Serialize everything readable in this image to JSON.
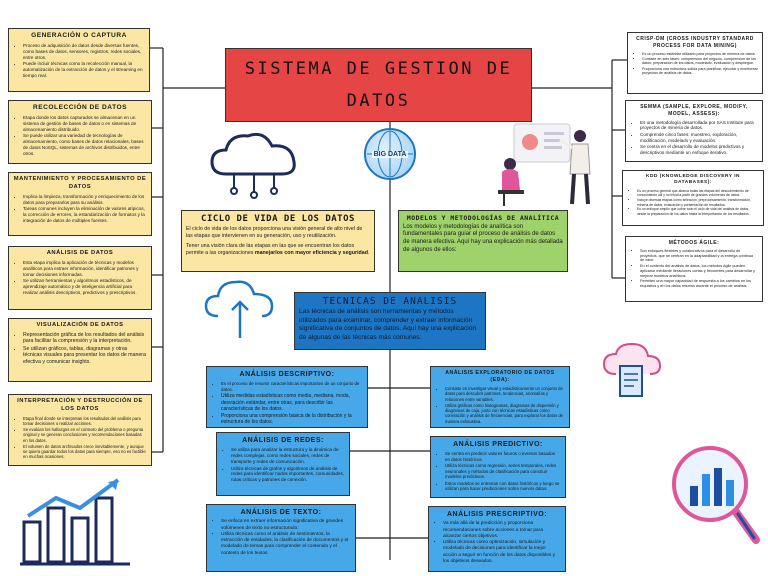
{
  "main_title": "SISTEMA DE GESTION DE DATOS",
  "big_data_label": "BIG DATA",
  "left_boxes": [
    {
      "title": "GENERACIÓN O CAPTURA",
      "bullets": [
        "Proceso de adquisición de datos desde diversas fuentes, como bases de datos, sensores, registros, redes sociales, entre otros.",
        "Puede incluir técnicas como la recolección manual, la automatización de la extracción de datos y el streaming en tiempo real."
      ]
    },
    {
      "title": "RECOLECCIÓN DE DATOS",
      "bullets": [
        "Etapa donde los datos capturados se almacenan en un sistema de gestión de bases de datos o en sistemas de almacenamiento distribuido.",
        "Se puede utilizar una variedad de tecnologías de almacenamiento, como bases de datos relacionales, bases de datos NoSQL, sistemas de archivos distribuidos, entre otros."
      ]
    },
    {
      "title": "MANTENIMIENTO Y PROCESAMIENTO DE DATOS",
      "bullets": [
        "Implica la limpieza, transformación y enriquecimiento de los datos para prepararlos para su análisis.",
        "Tareas comunes incluyen la eliminación de valores atípicos, la corrección de errores, la estandarización de formatos y la integración de datos de múltiples fuentes."
      ]
    },
    {
      "title": "ANÁLISIS DE DATOS",
      "bullets": [
        "Esta etapa implica la aplicación de técnicas y modelos analíticos para extraer información, identificar patrones y tomar decisiones informadas.",
        "Se utilizan herramientas y algoritmos estadísticos, de aprendizaje automático y de inteligencia artificial para realizar análisis descriptivos, predictivos y prescriptivos."
      ]
    },
    {
      "title": "VISUALIZACIÓN DE DATOS",
      "bullets": [
        "Representación gráfica de los resultados del análisis para facilitar la comprensión y la interpretación.",
        "Se utilizan gráficos, tablas, diagramas y otras técnicas visuales para presentar los datos de manera efectiva y comunicar insights."
      ]
    },
    {
      "title": "INTERPRETACIÓN Y DESTRUCCIÓN DE LOS DATOS",
      "bullets": [
        "Etapa final donde se interpretan los resultados del análisis para tomar decisiones o realizar acciones.",
        "Se evalúan los hallazgos en el contexto del problema o pregunta original y se generan conclusiones y recomendaciones basadas en los datos.",
        "El volumen de datos archivados crece inevitablemente, y aunque se quiera guardar todos los datos para siempre, eso no es factible en muchas ocasiones."
      ]
    }
  ],
  "right_boxes": [
    {
      "title": "CRISP-DM (CROSS INDUSTRY STANDARD PROCESS FOR DATA MINING)",
      "bullets": [
        "Es un proceso estándar utilizado para proyectos de minería de datos.",
        "Consiste en seis fases: comprensión del negocio, comprensión de los datos, preparación de los datos, modelado, evaluación y despliegue.",
        "Proporciona una estructura sólida para planificar, ejecutar y monitorear proyectos de análisis de datos."
      ]
    },
    {
      "title": "SEMMA (SAMPLE, EXPLORE, MODIFY, MODEL, ASSESS):",
      "bullets": [
        "Es una metodología desarrollada por SAS Institute para proyectos de minería de datos.",
        "Comprende cinco fases: muestreo, exploración, modificación, modelado y evaluación.",
        "Se centra en el desarrollo de modelos predictivos y descriptivos mediante un enfoque iterativo."
      ]
    },
    {
      "title": "KDD (KNOWLEDGE DISCOVERY IN DATABASES):",
      "bullets": [
        "Es un proceso general que abarca todas las etapas del descubrimiento de conocimiento útil y no trivial a partir de grandes volúmenes de datos.",
        "Incluye diversas etapas como selección, preprocesamiento, transformación, minería de datos, evaluación y presentación de resultados.",
        "Es un enfoque amplio que cubre todo el ciclo de vida del análisis de datos, desde la preparación de los datos hasta la interpretación de los resultados."
      ]
    },
    {
      "title": "MÉTODOS ÁGILE:",
      "bullets": [
        "Son enfoques flexibles y colaborativos para el desarrollo de proyectos, que se centran en la adaptabilidad y la entrega continua de valor.",
        "En el contexto del análisis de datos, los métodos Agile pueden aplicarse mediante iteraciones cortas y frecuentes para desarrollar y mejorar modelos analíticos.",
        "Permiten una mayor capacidad de respuesta a los cambios en los requisitos y en los datos mismos durante el proceso de análisis."
      ]
    }
  ],
  "ciclo": {
    "title": "CICLO DE VIDA DE LOS DATOS",
    "p1": "El ciclo de vida de los datos proporciona una visión general de alto nivel de las etapas que intervienen en su generación, uso y reutilización.",
    "p2": "Tener una visión clara de las etapas en las que se encuentran los datos permite a las organizaciones ",
    "p2_bold": "manejarlos con mayor eficiencia y seguridad",
    "p2_end": "."
  },
  "modelos": {
    "title": "MODELOS Y METODOLOGÍAS DE ANALÍTICA",
    "text": "Los modelos y metodologías de analítica son fundamentales para guiar el proceso de análisis de datos de manera efectiva. Aquí hay una explicación más detallada de algunos de ellos:"
  },
  "tecnicas": {
    "title": "TECNICAS DE ANALISIS",
    "text": "Las técnicas de análisis son herramientas y métodos utilizados para examinar, comprender y extraer información significativa de conjuntos de datos. Aquí hay una explicación de algunas de las técnicas más comunes:"
  },
  "techniques": [
    {
      "title": "ANÁLISIS DESCRIPTIVO:",
      "bullets": [
        "Es el proceso de resumir características importantes de un conjunto de datos.",
        "Utiliza medidas estadísticas como media, mediana, moda, desviación estándar, entre otras, para describir las características de los datos.",
        "Proporciona una comprensión básica de la distribución y la estructura de los datos."
      ]
    },
    {
      "title": "ANÁLISIS EXPLORATORIO DE DATOS (EDA):",
      "bullets": [
        "Consiste en investigar visual y estadísticamente un conjunto de datos para descubrir patrones, tendencias, anomalías y relaciones entre variables.",
        "Utiliza gráficos como histogramas, diagramas de dispersión y diagramas de caja, junto con técnicas estadísticas como correlación y análisis de frecuencias, para explorar los datos de manera exhaustiva."
      ]
    },
    {
      "title": "ANÁLISIS DE REDES:",
      "bullets": [
        "Se utiliza para analizar la estructura y la dinámica de redes complejas, como redes sociales, redes de transporte y redes de comunicación.",
        "Utiliza técnicas de grafos y algoritmos de análisis de redes para identificar nodos importantes, comunidades, rutas críticas y patrones de conexión."
      ]
    },
    {
      "title": "ANÁLISIS PREDICTIVO:",
      "bullets": [
        "Se centra en predecir valores futuros o eventos basados en datos históricos.",
        "Utiliza técnicas como regresión, series temporales, redes neuronales y métodos de clasificación para construir modelos predictivos.",
        "Estos modelos se entrenan con datos históricos y luego se utilizan para hacer predicciones sobre nuevos datos."
      ]
    },
    {
      "title": "ANÁLISIS DE TEXTO:",
      "bullets": [
        "Se enfoca en extraer información significativa de grandes volúmenes de texto no estructurado.",
        "Utiliza técnicas como el análisis de sentimientos, la extracción de entidades, la clasificación de documentos y el modelado de temas para comprender el contenido y el contexto de los textos."
      ]
    },
    {
      "title": "ANÁLISIS PRESCRIPTIVO:",
      "bullets": [
        "Va más allá de la predicción y proporciona recomendaciones sobre acciones a tomar para alcanzar ciertos objetivos.",
        "Utiliza técnicas como optimización, simulación y modelado de decisiones para identificar la mejor acción a seguir en función de los datos disponibles y los objetivos deseados."
      ]
    }
  ],
  "colors": {
    "yellow": "#fbe7a3",
    "blue": "#46a8e8",
    "green": "#9fd26a",
    "red": "#e64545",
    "navy": "#1d76c4"
  },
  "icons": [
    "cloud-network-icon",
    "big-data-globe-icon",
    "analyst-illustration-icon",
    "cloud-upload-icon",
    "cloud-document-icon",
    "bar-chart-icon",
    "magnifier-chart-icon"
  ]
}
